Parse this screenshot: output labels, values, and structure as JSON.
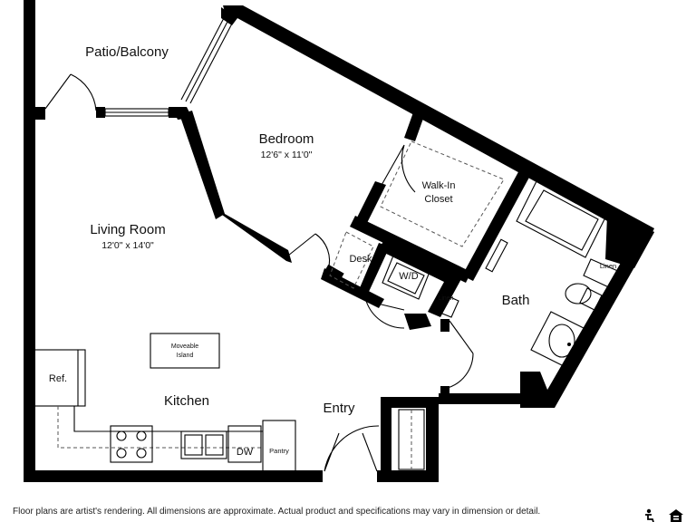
{
  "rooms": {
    "patio": {
      "label": "Patio/Balcony"
    },
    "bedroom": {
      "label": "Bedroom",
      "dimensions": "12'6\" x 11'0\""
    },
    "living": {
      "label": "Living Room",
      "dimensions": "12'0\" x 14'0\""
    },
    "kitchen": {
      "label": "Kitchen"
    },
    "entry": {
      "label": "Entry"
    },
    "bath": {
      "label": "Bath"
    },
    "closet": {
      "label_line1": "Walk-In",
      "label_line2": "Closet"
    },
    "desk": {
      "label": "Desk"
    }
  },
  "fixtures": {
    "washer_dryer": "W/D",
    "refrigerator": "Ref.",
    "dishwasher": "DW",
    "pantry": "Pantry",
    "linen_hall": "Linen",
    "linen_bath": "Linen",
    "island_line1": "Moveable",
    "island_line2": "Island"
  },
  "footer": {
    "disclaimer": "Floor plans are artist's rendering. All dimensions are approximate. Actual product and specifications may vary in dimension or detail."
  },
  "icons": [
    "accessibility-icon",
    "equal-housing-icon"
  ]
}
